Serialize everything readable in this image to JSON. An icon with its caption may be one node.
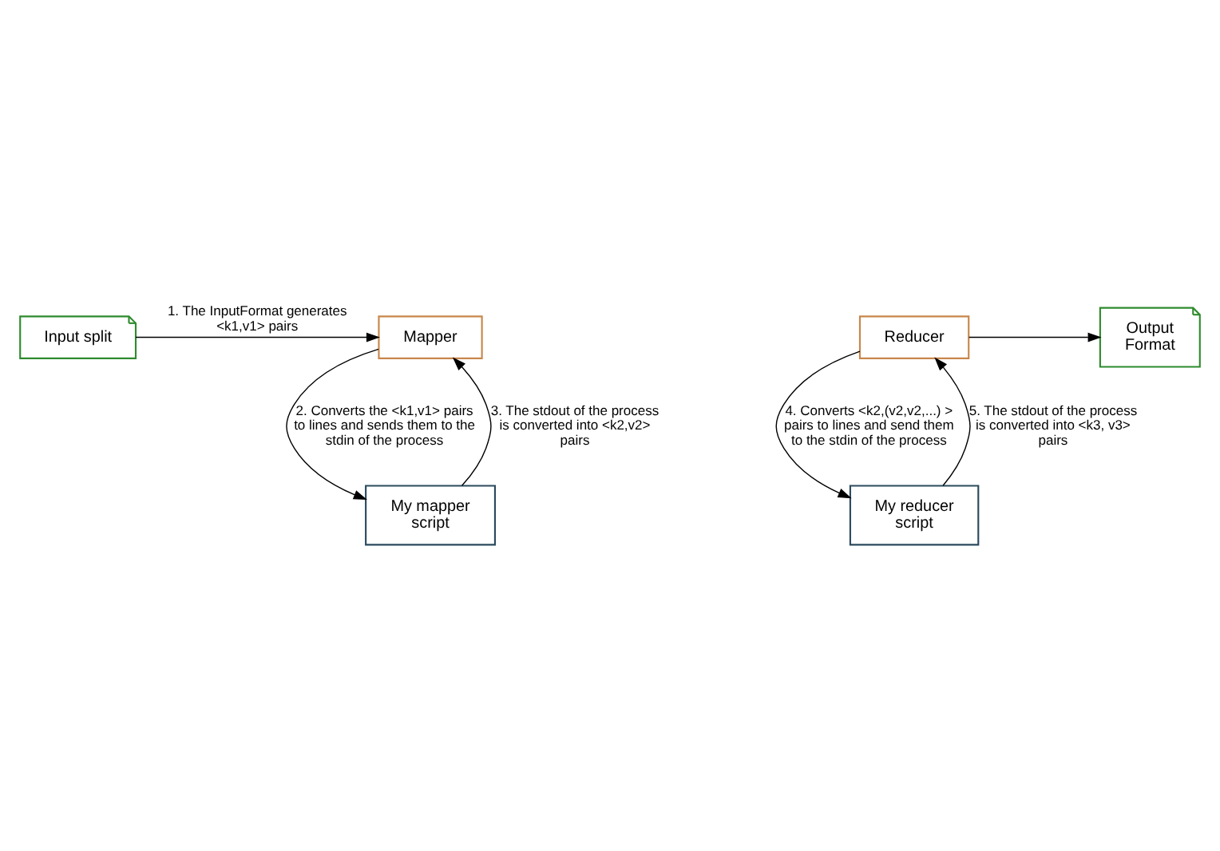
{
  "diagram": {
    "nodes": [
      {
        "text": [
          "Input split"
        ]
      },
      {
        "text": [
          "Mapper"
        ]
      },
      {
        "text": [
          "My mapper script"
        ]
      },
      {
        "text": [
          "Reducer"
        ]
      },
      {
        "text": [
          "Output Format"
        ]
      },
      {
        "text": [
          "My reducer script"
        ]
      }
    ],
    "edges": [
      {
        "from": 0,
        "to": 1,
        "arrow": "to",
        "label": "1. The InputFormat generates <k1,v1> pairs"
      },
      {
        "from": 1,
        "to": 2,
        "arrow": "to",
        "label": "2. Converts the <k1,v1> pairs to lines and sends them to the stdin of the process"
      },
      {
        "from": 2,
        "to": 1,
        "arrow": "to",
        "label": "3. The stdout of the process is converted into <k2,v2> pairs"
      },
      {
        "from": 3,
        "to": 4,
        "arrow": "to"
      },
      {
        "from": 3,
        "to": 5,
        "arrow": "to",
        "label": "4. Converts <k2,(v2,v2,...) > pairs to lines and send them to the stdin of the process"
      },
      {
        "from": 5,
        "to": 3,
        "arrow": "to",
        "label": "5. The stdout of the process is converted into <k3, v3> pairs"
      }
    ]
  }
}
